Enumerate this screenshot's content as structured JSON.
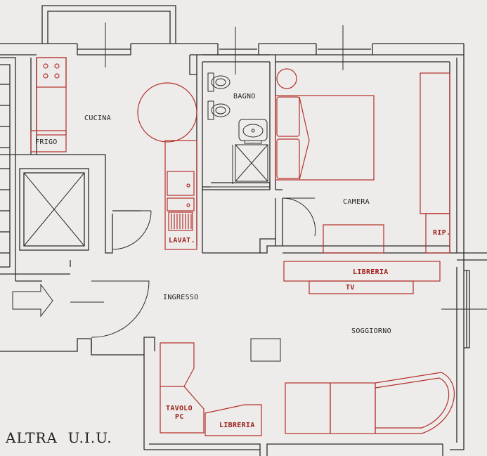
{
  "rooms": {
    "cucina": "CUCINA",
    "bagno": "BAGNO",
    "camera": "CAMERA",
    "ingresso": "INGRESSO",
    "soggiorno": "SOGGIORNO"
  },
  "furniture": {
    "frigo": "FRIGO",
    "lavat": "LAVAT.",
    "rip": "RIP.",
    "libreria_top": "LIBRERIA",
    "tv": "TV",
    "tavolo_line1": "TAVOLO",
    "tavolo_line2": "PC",
    "libreria_bottom": "LIBRERIA"
  },
  "neighbour": "ALTRA  U.I.U."
}
